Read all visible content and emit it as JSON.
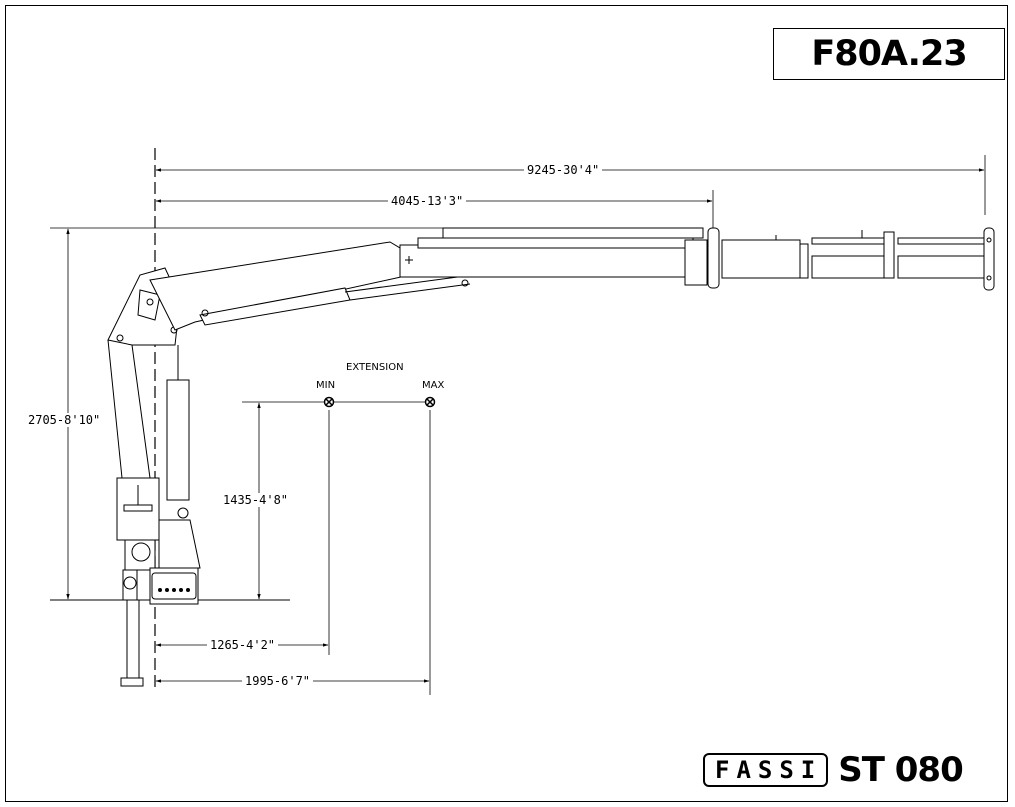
{
  "model_code": "F80A.23",
  "brand": {
    "logo_text": "FASSI",
    "model": "ST 080"
  },
  "dimensions": {
    "total_reach": "9245-30'4\"",
    "hydraulic_reach": "4045-13'3\"",
    "overall_height": "2705-8'10\"",
    "mount_height": "1435-4'8\"",
    "extension_min": "1265-4'2\"",
    "extension_max": "1995-6'7\""
  },
  "extension": {
    "title": "EXTENSION",
    "min_label": "MIN",
    "max_label": "MAX"
  }
}
